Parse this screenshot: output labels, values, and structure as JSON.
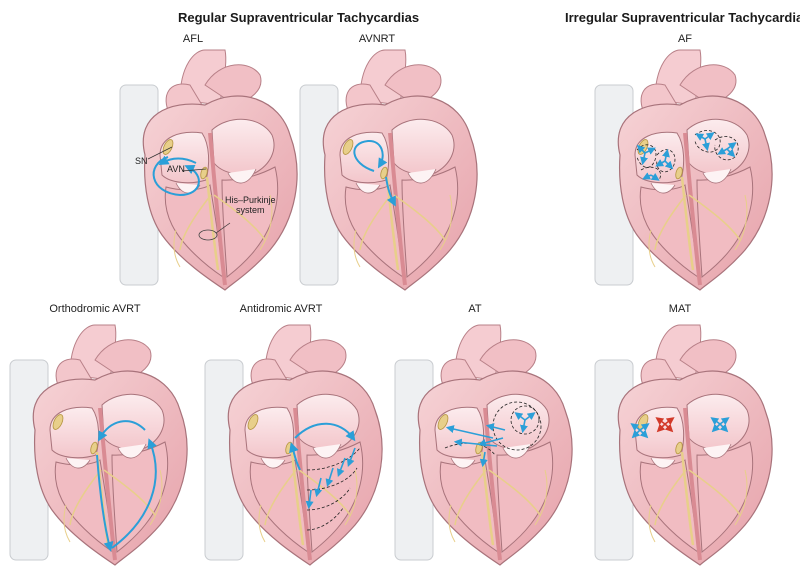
{
  "titles": {
    "regular": "Regular Supraventricular Tachycardias",
    "irregular": "Irregular Supraventricular Tachycardias"
  },
  "panels": [
    {
      "key": "afl",
      "label": "AFL"
    },
    {
      "key": "avnrt",
      "label": "AVNRT"
    },
    {
      "key": "af",
      "label": "AF"
    },
    {
      "key": "ortho",
      "label": "Orthodromic AVRT"
    },
    {
      "key": "anti",
      "label": "Antidromic AVRT"
    },
    {
      "key": "at",
      "label": "AT"
    },
    {
      "key": "mat",
      "label": "MAT"
    }
  ],
  "annotations": {
    "sn": "SN",
    "avn": "AVN",
    "his_line1": "His–Purkinje",
    "his_line2": "system"
  },
  "colors": {
    "heart_fill": "#f2c4c8",
    "heart_dark": "#d98b93",
    "chamber": "#fbe4e6",
    "vessel": "#f5ccd1",
    "spine": "#eef0f2",
    "conduction": "#e8cf8a",
    "arrow_blue": "#2b9fd8",
    "arrow_red": "#d23a2a",
    "dashed": "#222222"
  }
}
